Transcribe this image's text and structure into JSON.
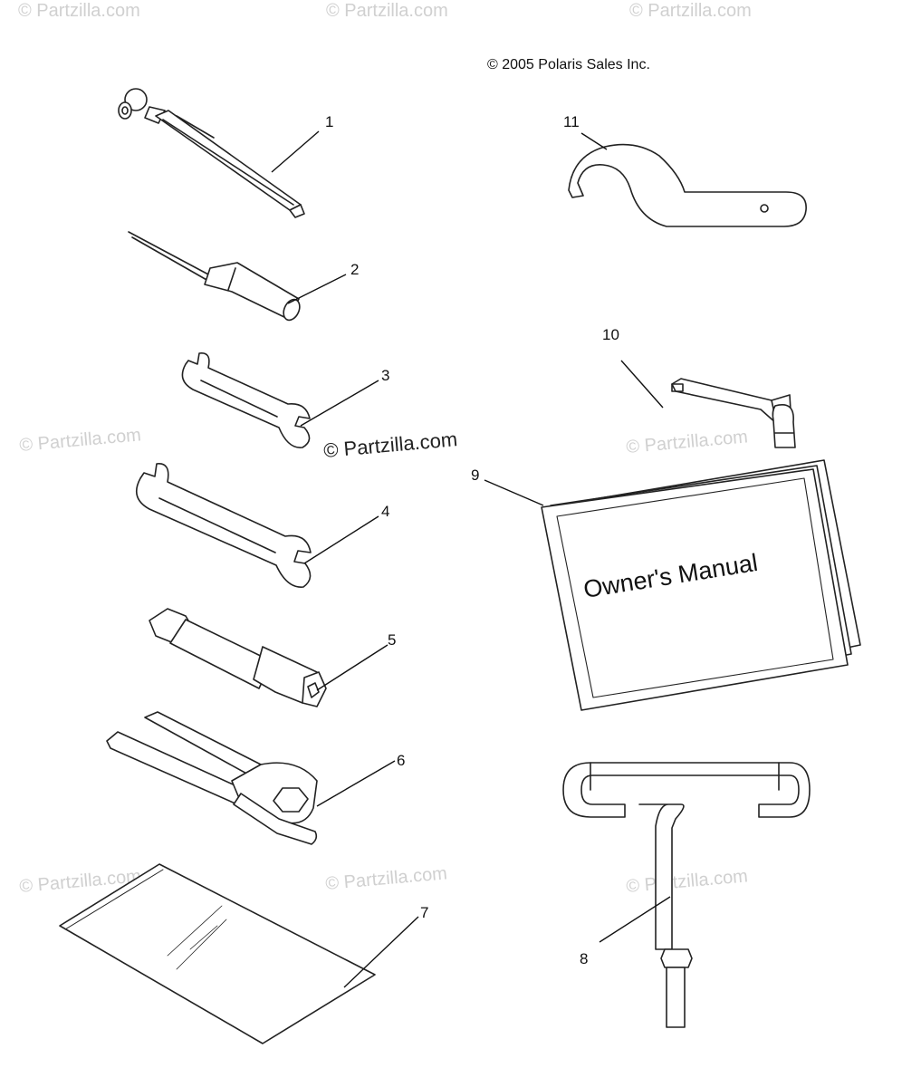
{
  "diagram": {
    "copyright": "© 2005 Polaris Sales Inc.",
    "watermark": "© Partzilla.com",
    "manual_cover_text": "Owner's Manual",
    "callouts": [
      "1",
      "2",
      "3",
      "4",
      "5",
      "6",
      "7",
      "8",
      "9",
      "10",
      "11"
    ]
  }
}
